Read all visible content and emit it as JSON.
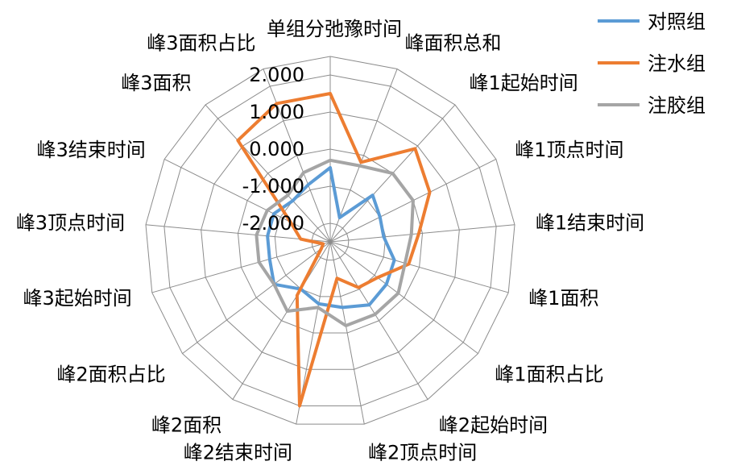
{
  "chart_data": {
    "type": "radar",
    "axes": [
      "单组分弛豫时间",
      "峰面积总和",
      "峰1起始时间",
      "峰1顶点时间",
      "峰1结束时间",
      "峰1面积",
      "峰1面积占比",
      "峰2起始时间",
      "峰2顶点时间",
      "峰2结束时间",
      "峰2面积",
      "峰2面积占比",
      "峰3起始时间",
      "峰3顶点时间",
      "峰3结束时间",
      "峰3面积",
      "峰3面积占比"
    ],
    "ticks": [
      "2.000",
      "1.000",
      "0.000",
      "-1.000",
      "-2.000"
    ],
    "tick_values": [
      2,
      1,
      0,
      -1,
      -2
    ],
    "range": [
      -2.5,
      2.5
    ],
    "grid": true,
    "legend_position": "top-right",
    "series": [
      {
        "name": "对照组",
        "color": "#5B9BD5",
        "values": [
          -0.5,
          -1.8,
          -0.8,
          -1.0,
          -1.05,
          -0.7,
          -0.6,
          -0.5,
          -0.7,
          -0.8,
          -1.0,
          -0.6,
          -0.8,
          -0.8,
          -0.8,
          -1.0,
          -0.85
        ]
      },
      {
        "name": "注水组",
        "color": "#ED7D31",
        "values": [
          1.5,
          -0.2,
          0.9,
          0.5,
          -0.1,
          -0.3,
          -0.9,
          -1.05,
          -1.5,
          2.0,
          -0.8,
          -2.2,
          -2.3,
          -1.7,
          -1.3,
          1.2,
          1.5
        ]
      },
      {
        "name": "注胶组",
        "color": "#A5A5A5",
        "values": [
          -0.3,
          -0.3,
          0.0,
          0.0,
          -0.3,
          -0.4,
          -0.2,
          -0.2,
          -0.2,
          -0.7,
          -0.3,
          -0.6,
          -0.5,
          -0.5,
          -0.6,
          -0.8,
          -0.5
        ]
      }
    ]
  }
}
